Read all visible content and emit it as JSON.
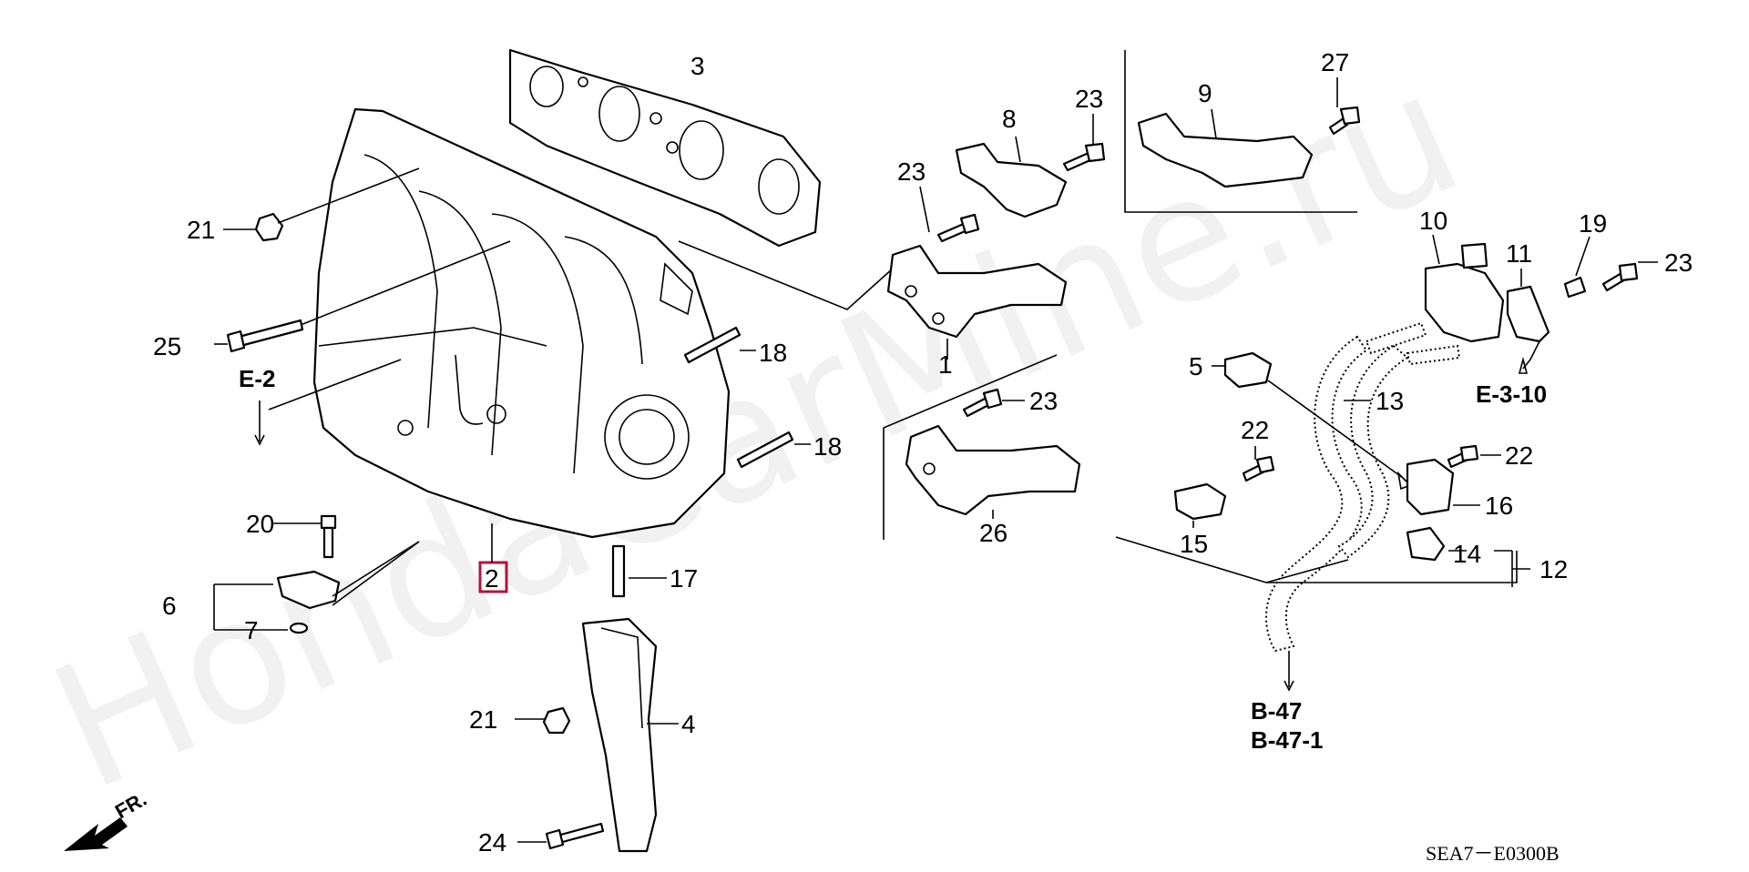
{
  "watermark": "HondaCarMine.ru",
  "diagram_code": "SEA7－E0300B",
  "direction_label": "FR.",
  "refs": {
    "e2": "E-2",
    "e310": "E-3-10",
    "b47": "B-47",
    "b471": "B-47-1"
  },
  "labels": {
    "p1": "1",
    "p2": "2",
    "p3": "3",
    "p4": "4",
    "p5": "5",
    "p6": "6",
    "p7": "7",
    "p8": "8",
    "p9": "9",
    "p10": "10",
    "p11": "11",
    "p12": "12",
    "p13": "13",
    "p14": "14",
    "p15": "15",
    "p16": "16",
    "p17": "17",
    "p18a": "18",
    "p18b": "18",
    "p19": "19",
    "p20": "20",
    "p21a": "21",
    "p21b": "21",
    "p22a": "22",
    "p22b": "22",
    "p23a": "23",
    "p23b": "23",
    "p23c": "23",
    "p23d": "23",
    "p24": "24",
    "p25": "25",
    "p26": "26",
    "p27": "27"
  },
  "colors": {
    "highlight": "#b5133a",
    "line": "#000000"
  }
}
